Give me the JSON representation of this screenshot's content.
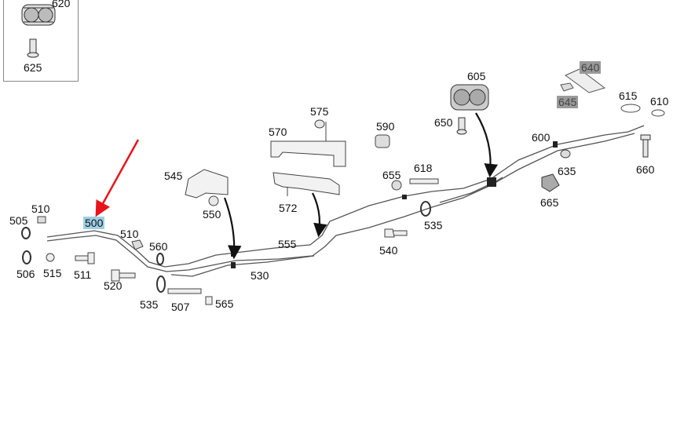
{
  "diagram": {
    "callouts": {
      "c620": "620",
      "c625": "625",
      "c640": "640",
      "c645": "645",
      "c605": "605",
      "c615": "615",
      "c610": "610",
      "c575": "575",
      "c570": "570",
      "c590": "590",
      "c650": "650",
      "c600": "600",
      "c635": "635",
      "c660": "660",
      "c545": "545",
      "c655": "655",
      "c618": "618",
      "c550": "550",
      "c572": "572",
      "c665": "665",
      "c510a": "510",
      "c505": "505",
      "c500": "500",
      "c535a": "535",
      "c510b": "510",
      "c555": "555",
      "c560": "560",
      "c540": "540",
      "c506": "506",
      "c515": "515",
      "c511": "511",
      "c530": "530",
      "c520": "520",
      "c535b": "535",
      "c507": "507",
      "c565": "565"
    },
    "colors": {
      "highlight_selected": "#9ecfe6",
      "highlight_unavailable": "#9a9a9a",
      "pointer_arrow": "#e8141b",
      "line": "#333333"
    }
  }
}
